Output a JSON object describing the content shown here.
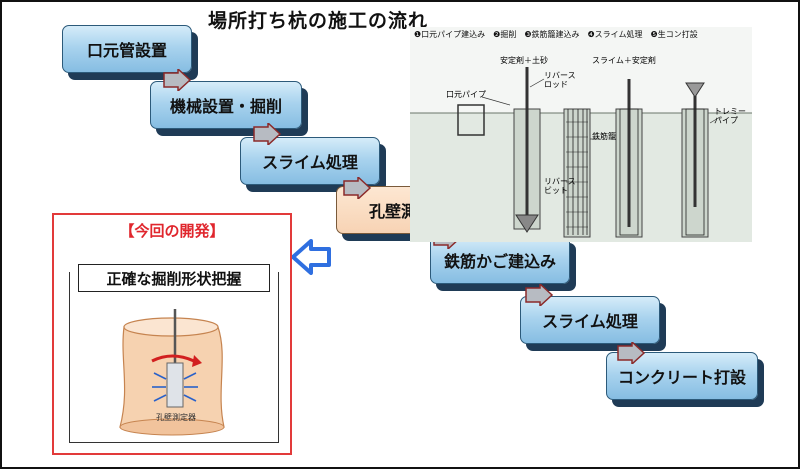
{
  "title": "場所打ち杭の施工の流れ",
  "steps": [
    "口元管設置",
    "機械設置・掘削",
    "スライム処理",
    "孔壁測定",
    "鉄筋かご建込み",
    "スライム処理",
    "コンクリート打設"
  ],
  "photo": {
    "steps_caption": "❶口元パイプ建込み　❷掘削　❸鉄筋籠建込み　❹スライム処理　❺生コン打設",
    "stabilizer_soil": "安定剤＋土砂",
    "slime_stabilizer": "スライム＋安定剤",
    "mouth_pipe": "口元パイプ",
    "reverse_rod": "リバース\nロッド",
    "rebar_cage": "鉄筋籠",
    "reverse_bit": "リバース\nビット",
    "tremie_pipe": "トレミー\nパイプ"
  },
  "callout": {
    "heading": "【今回の開発】",
    "subheading": "正確な掘削形状把握",
    "device_label": "孔壁測定器"
  },
  "colors": {
    "step_fill": "#a9d3ee",
    "step_shadow": "#1f3b56",
    "highlight_fill": "#f7d3b4",
    "callout_border": "#e23a3a",
    "arrow_fill": "#b7bbc2"
  }
}
